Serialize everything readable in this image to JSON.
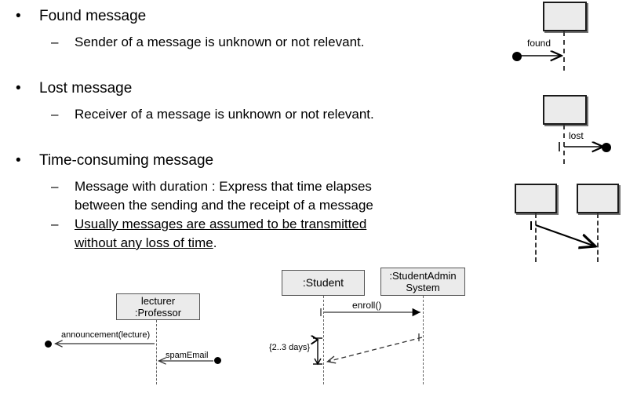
{
  "slide": {
    "bullets": [
      {
        "id": "found-message",
        "label": "Found message",
        "marker": "•",
        "sub": [
          {
            "id": "found-desc",
            "marker": "–",
            "text": "Sender of a message is unknown or not relevant.",
            "underline": false
          }
        ]
      },
      {
        "id": "lost-message",
        "label": "Lost message",
        "marker": "•",
        "sub": [
          {
            "id": "lost-desc",
            "marker": "–",
            "text": "Receiver of a message is unknown or not relevant.",
            "underline": false
          }
        ]
      },
      {
        "id": "time-consuming-message",
        "label": "Time-consuming message",
        "marker": "•",
        "sub": [
          {
            "id": "duration-desc",
            "marker": "–",
            "line1": "Message with duration : Express that time elapses",
            "line2": "between the sending and the receipt of a message",
            "underline": false
          },
          {
            "id": "assumption-desc",
            "marker": "–",
            "line1": "Usually messages are assumed to be transmitted",
            "line2": "without any loss of time",
            "tail": ".",
            "underline": true
          }
        ]
      }
    ]
  },
  "diagrams": {
    "found": {
      "id": "found-diagram",
      "object_label": "",
      "message_label": "found",
      "start_marker": "filled-circle",
      "arrow_direction": "right-to-lifeline"
    },
    "lost": {
      "id": "lost-diagram",
      "object_label": "",
      "message_label": "lost",
      "end_marker": "filled-circle",
      "arrow_direction": "lifeline-to-right"
    },
    "time_consuming": {
      "id": "time-consuming-diagram",
      "left_object_label": "",
      "right_object_label": "",
      "message_label": "",
      "arrow_style": "diagonal-solid"
    },
    "professor": {
      "id": "professor-diagram",
      "object_name_line1": "lecturer",
      "object_name_line2": ":Professor",
      "messages": [
        {
          "id": "announcement-msg",
          "label": "announcement(lecture)",
          "kind": "lost",
          "direction": "left"
        },
        {
          "id": "spam-msg",
          "label": "spamEmail",
          "kind": "found",
          "direction": "left-incoming"
        }
      ]
    },
    "student": {
      "id": "student-diagram",
      "left_object_label": ":Student",
      "right_object_label_line1": ":StudentAdmin",
      "right_object_label_line2": "System",
      "messages": [
        {
          "id": "enroll-msg",
          "label": "enroll()",
          "style": "solid",
          "direction": "right"
        },
        {
          "id": "reply-msg",
          "label": "",
          "style": "dashed-diagonal",
          "direction": "left"
        }
      ],
      "duration_constraint": "{2..3 days}"
    }
  },
  "colors": {
    "object_fill": "#ebebeb",
    "object_border": "#1a1a1a",
    "lifeline": "#3a3a3a",
    "line": "#000000",
    "background": "#ffffff"
  }
}
